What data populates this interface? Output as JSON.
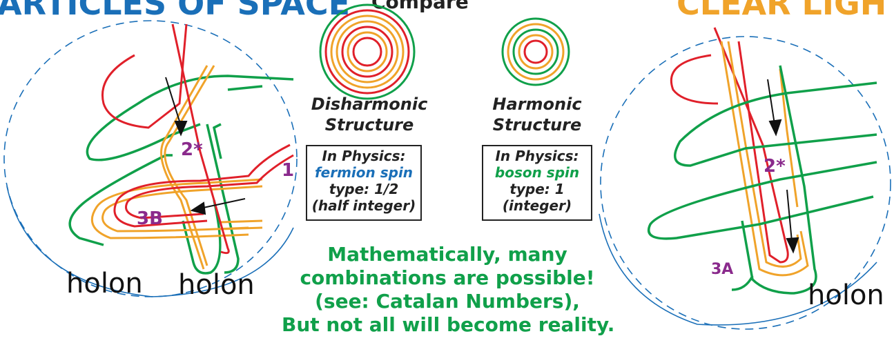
{
  "header": {
    "left_title": "ARTICLES OF SPACE",
    "center_title": "Compare",
    "right_title": "CLEAR LIGHT"
  },
  "structures": {
    "disharmonic_label": "Disharmonic",
    "disharmonic_label2": "Structure",
    "harmonic_label": "Harmonic",
    "harmonic_label2": "Structure"
  },
  "physics_boxes": {
    "left": {
      "line1": "In Physics:",
      "line2": "fermion spin",
      "line3": "type: 1/2",
      "line4": "(half integer)"
    },
    "right": {
      "line1": "In Physics:",
      "line2": "boson spin",
      "line3": "type: 1",
      "line4": "(integer)"
    }
  },
  "footer_note": {
    "line1": "Mathematically, many",
    "line2": "combinations are possible!",
    "line3": "(see: Catalan Numbers),",
    "line4": "But not all will become reality."
  },
  "labels": {
    "left_2star": "2*",
    "left_1": "1",
    "left_3b": "3B",
    "right_2star": "2*",
    "right_3a": "3A"
  },
  "holons": {
    "left1": "holon",
    "left2": "holon",
    "right": "holon"
  },
  "colors": {
    "blue": "#1a6fb8",
    "orange": "#f0a32a",
    "green": "#10a04a",
    "red": "#e0202a",
    "purple": "#8a2a8c"
  }
}
